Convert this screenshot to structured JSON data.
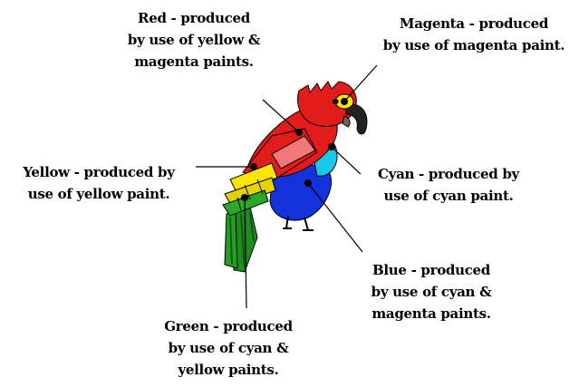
{
  "labels": {
    "red": {
      "lines": [
        "Red - produced",
        "by use of yellow &",
        "magenta paints."
      ]
    },
    "magenta": {
      "lines": [
        "Magenta - produced",
        "by use of magenta paint."
      ]
    },
    "yellow": {
      "lines": [
        "Yellow - produced by",
        "use of yellow paint."
      ]
    },
    "cyan": {
      "lines": [
        "Cyan - produced by",
        "use of cyan paint."
      ]
    },
    "blue": {
      "lines": [
        "Blue - produced",
        "by use of cyan &",
        "magenta paints."
      ]
    },
    "green": {
      "lines": [
        "Green - produced",
        "by use of cyan &",
        "yellow paints."
      ]
    }
  },
  "colors": {
    "red": "#e21b1b",
    "magenta": "#c81464",
    "yellow": "#ffe600",
    "cyan": "#19c8e6",
    "blue": "#1432dc",
    "green": "#1e8c1e",
    "dark_green": "#0f5a0f",
    "outline": "#000000"
  }
}
